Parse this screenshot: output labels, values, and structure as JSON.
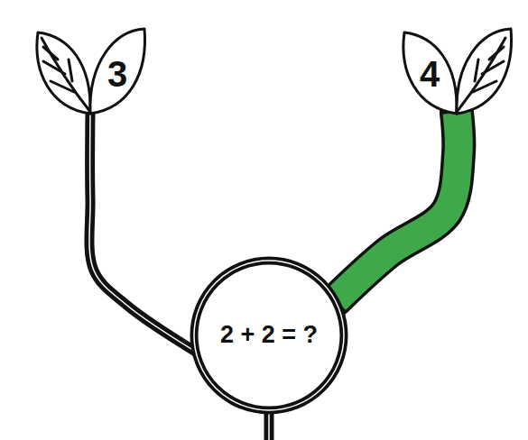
{
  "diagram": {
    "nodes": [
      {
        "text": [
          "3"
        ]
      },
      {
        "text": [
          "4"
        ]
      },
      {
        "text": [
          "2 + 2 = ?"
        ]
      }
    ],
    "edges": [
      {
        "from": 2,
        "to": 0,
        "arrow": "none"
      },
      {
        "from": 2,
        "to": 1,
        "arrow": "none"
      }
    ]
  }
}
